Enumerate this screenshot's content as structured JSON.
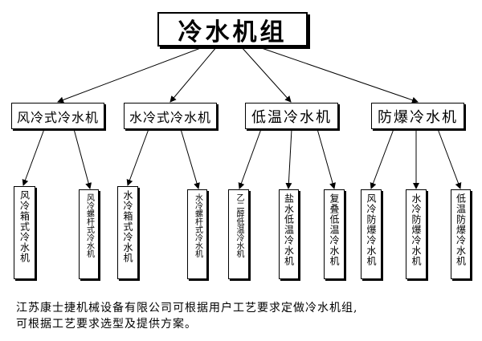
{
  "root": {
    "label": "冷水机组"
  },
  "categories": [
    {
      "label": "风冷式冷水机"
    },
    {
      "label": "水冷式冷水机"
    },
    {
      "label": "低温冷水机"
    },
    {
      "label": "防爆冷水机"
    }
  ],
  "leaves": [
    {
      "label": "风冷箱式冷水机"
    },
    {
      "label": "风冷螺杆式冷水机"
    },
    {
      "label": "水冷箱式冷水机"
    },
    {
      "label": "水冷螺杆式冷水机"
    },
    {
      "label": "乙二醇低温冷水机"
    },
    {
      "label": "盐水低温冷水机"
    },
    {
      "label": "复叠低温冷水机"
    },
    {
      "label": "风冷防爆冷水机"
    },
    {
      "label": "水冷防爆冷水机"
    },
    {
      "label": "低温防爆冷水机"
    }
  ],
  "caption": {
    "line1": "江苏康士捷机械设备有限公司可根据用户工艺要求定做冷水机组,",
    "line2": "可根据工艺要求选型及提供方案。"
  },
  "colors": {
    "line": "#000000",
    "background": "#ffffff"
  }
}
